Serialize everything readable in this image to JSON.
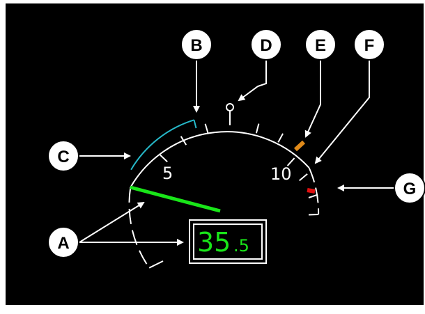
{
  "gauge": {
    "scale_labels": [
      "5",
      "10"
    ],
    "readout": {
      "main": "35",
      "decimal": ".5"
    },
    "colors": {
      "background": "#000000",
      "scale": "#ffffff",
      "pointer": "#19e619",
      "readout_text": "#19e619",
      "caution_arc": "#26b8c8",
      "amber_marker": "#e08a1a",
      "red_marker": "#e01010"
    }
  },
  "callouts": [
    "A",
    "B",
    "C",
    "D",
    "E",
    "F",
    "G"
  ]
}
